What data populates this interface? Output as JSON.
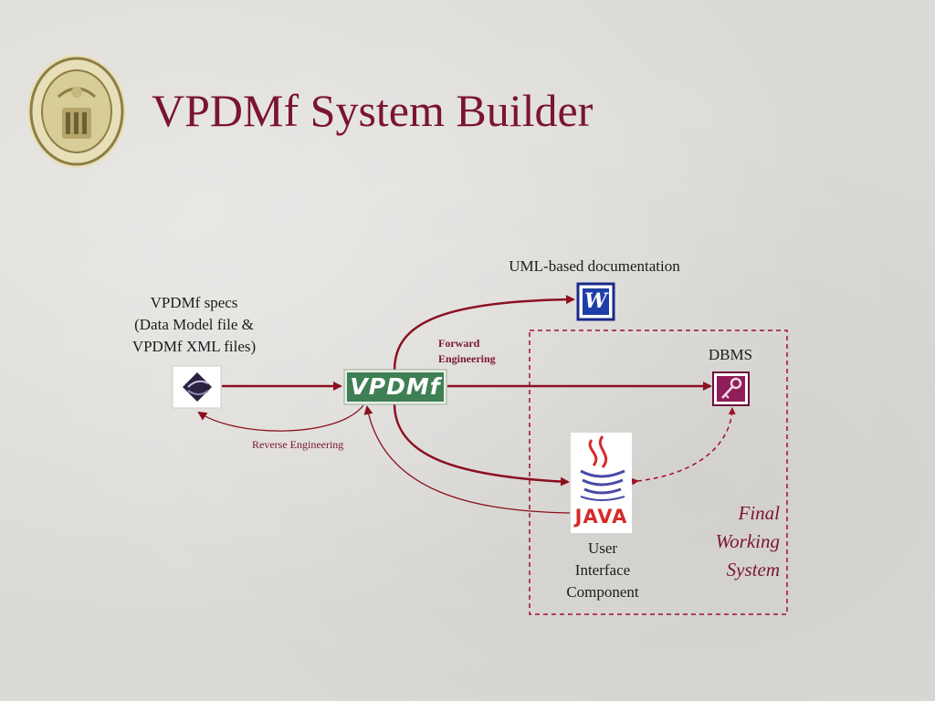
{
  "title": "VPDMf System Builder",
  "nodes": {
    "specs": {
      "line1": "VPDMf specs",
      "line2": "(Data Model file &",
      "line3": "VPDMf XML files)"
    },
    "vpdmf_logo": {
      "text": "VPDMf"
    },
    "uml": {
      "label": "UML-based documentation",
      "icon_letter": "W"
    },
    "dbms": {
      "label": "DBMS"
    },
    "java": {
      "logo_text": "JAVA",
      "label1": "User",
      "label2": "Interface",
      "label3": "Component"
    }
  },
  "edges": {
    "forward": {
      "line1": "Forward",
      "line2": "Engineering"
    },
    "reverse": {
      "label": "Reverse Engineering"
    }
  },
  "group": {
    "line1": "Final",
    "line2": "Working",
    "line3": "System"
  },
  "colors": {
    "accent": "#7a1530",
    "arrow": "#8b1020",
    "dashed": "#a0102a"
  }
}
